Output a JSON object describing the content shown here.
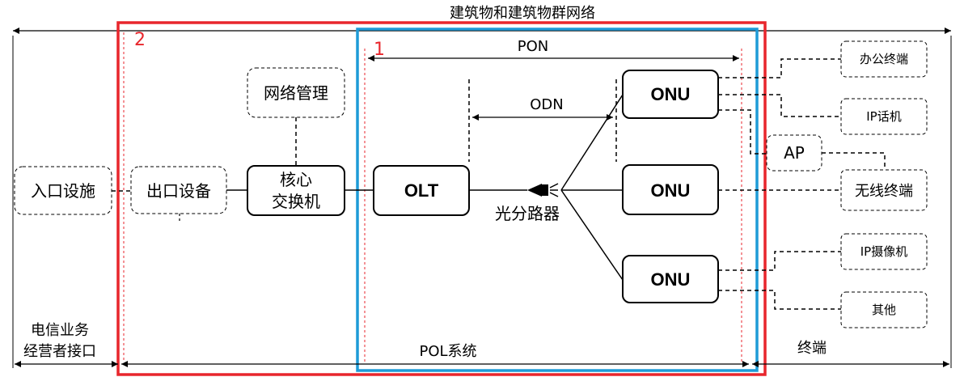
{
  "title": "建筑物和建筑物群网络",
  "regions": {
    "region2_label": "2",
    "region1_label": "1",
    "colors": {
      "region2": "#e8262c",
      "region1": "#1e9bd7"
    }
  },
  "spans": {
    "pon": "PON",
    "odn": "ODN",
    "pol": "POL系统",
    "terminal": "终端",
    "operator_line1": "电信业务",
    "operator_line2": "经营者接口"
  },
  "nodes": {
    "entrance": "入口设施",
    "exit": "出口设备",
    "core_line1": "核心",
    "core_line2": "交换机",
    "netmgmt": "网络管理",
    "olt": "OLT",
    "splitter": "光分路器",
    "onu1": "ONU",
    "onu2": "ONU",
    "onu3": "ONU",
    "ap": "AP"
  },
  "terminals": {
    "office": "办公终端",
    "ipphone": "IP话机",
    "wireless": "无线终端",
    "ipcam": "IP摄像机",
    "other": "其他"
  }
}
